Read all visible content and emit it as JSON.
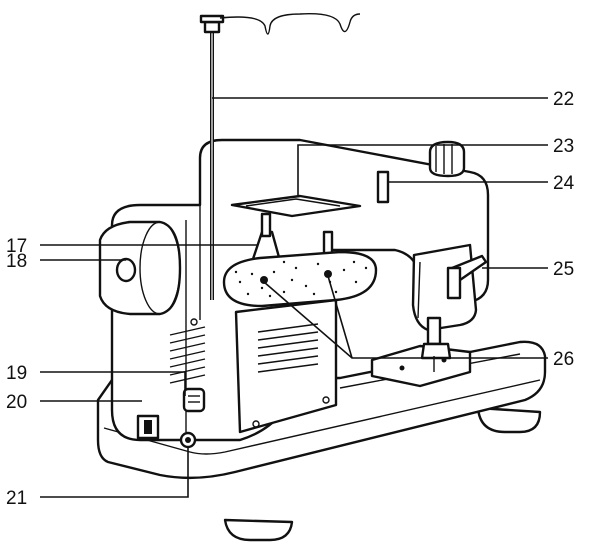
{
  "callouts": [
    {
      "id": "c17",
      "number": "17"
    },
    {
      "id": "c18",
      "number": "18"
    },
    {
      "id": "c19",
      "number": "19"
    },
    {
      "id": "c20",
      "number": "20"
    },
    {
      "id": "c21",
      "number": "21"
    },
    {
      "id": "c22",
      "number": "22"
    },
    {
      "id": "c23",
      "number": "23"
    },
    {
      "id": "c24",
      "number": "24"
    },
    {
      "id": "c25",
      "number": "25"
    },
    {
      "id": "c26",
      "number": "26"
    }
  ]
}
